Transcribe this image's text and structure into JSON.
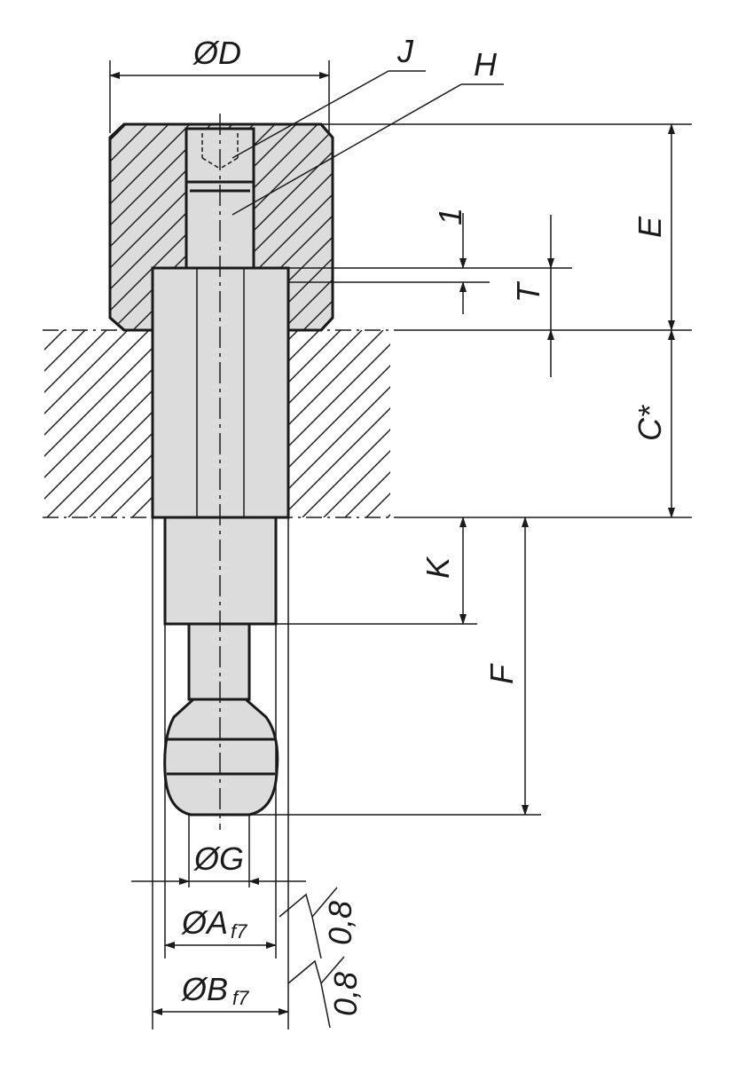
{
  "labels": {
    "D": "ØD",
    "J": "J",
    "H": "H",
    "one": "1",
    "T": "T",
    "E": "E",
    "C": "C*",
    "K": "K",
    "F": "F",
    "G": "ØG",
    "A": "ØA",
    "A_tol": "f7",
    "B": "ØB",
    "B_tol": "f7",
    "rough_A": "0,8",
    "rough_B": "0,8"
  },
  "colors": {
    "line": "#1a1a1a",
    "part_fill": "#dcdcdc",
    "background": "#ffffff"
  }
}
